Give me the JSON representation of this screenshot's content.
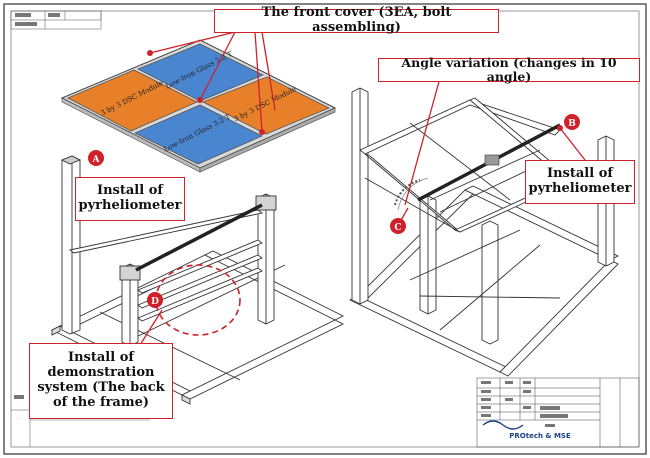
{
  "callouts": {
    "front_cover": "The front cover (3EA, bolt assembling)",
    "angle_variation": "Angle variation (changes in 10 angle)",
    "pyrheliometer_left": "Install of pyrheliometer",
    "pyrheliometer_right": "Install of pyrheliometer",
    "demonstration": "Install of demonstration system (The back of the frame)"
  },
  "markers": {
    "a": "A",
    "b": "B",
    "c": "C",
    "d": "D"
  },
  "panels": {
    "orange_label": "3 by 3 DSC Module",
    "blue_label": "Low-Iron Glass 3.2 T"
  },
  "title_block": {
    "logo": "PROtech & MSE"
  },
  "colors": {
    "accent_red": "#d0202a",
    "panel_orange": "#e8802a",
    "panel_blue": "#4a86d0"
  }
}
